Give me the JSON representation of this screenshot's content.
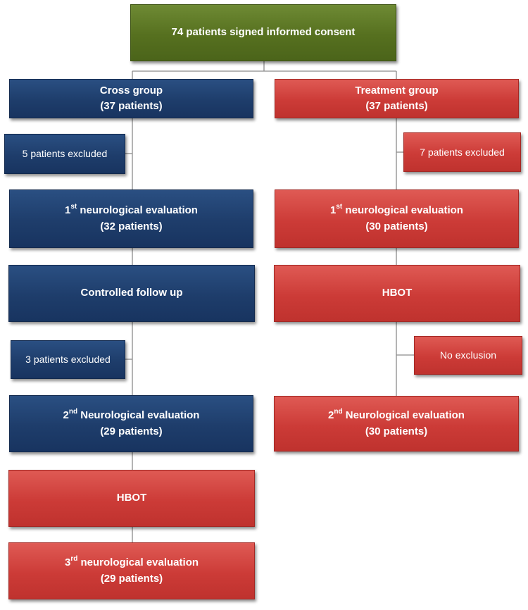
{
  "consent": {
    "text": "74 patients signed informed consent"
  },
  "cross": {
    "title": "Cross group",
    "count": "(37 patients)",
    "excluded1": "5 patients excluded",
    "eval1": {
      "ordinal": "1",
      "suffix": "st",
      "label": " neurological evaluation",
      "count": "(32 patients)"
    },
    "followup": "Controlled follow up",
    "excluded2": "3 patients excluded",
    "eval2": {
      "ordinal": "2",
      "suffix": "nd",
      "label": " Neurological evaluation",
      "count": "(29 patients)"
    },
    "hbot": "HBOT",
    "eval3": {
      "ordinal": "3",
      "suffix": "rd",
      "label": " neurological evaluation",
      "count": "(29 patients)"
    }
  },
  "treatment": {
    "title": "Treatment group",
    "count": "(37 patients)",
    "excluded1": "7 patients excluded",
    "eval1": {
      "ordinal": "1",
      "suffix": "st",
      "label": " neurological evaluation",
      "count": "(30 patients)"
    },
    "hbot": "HBOT",
    "exclusion": "No exclusion",
    "eval2": {
      "ordinal": "2",
      "suffix": "nd",
      "label": " Neurological evaluation",
      "count": "(30 patients)"
    }
  },
  "colors": {
    "green": "#56701f",
    "blue": "#1e3d6b",
    "red": "#cc3b37",
    "connector": "#8c8c8c"
  }
}
